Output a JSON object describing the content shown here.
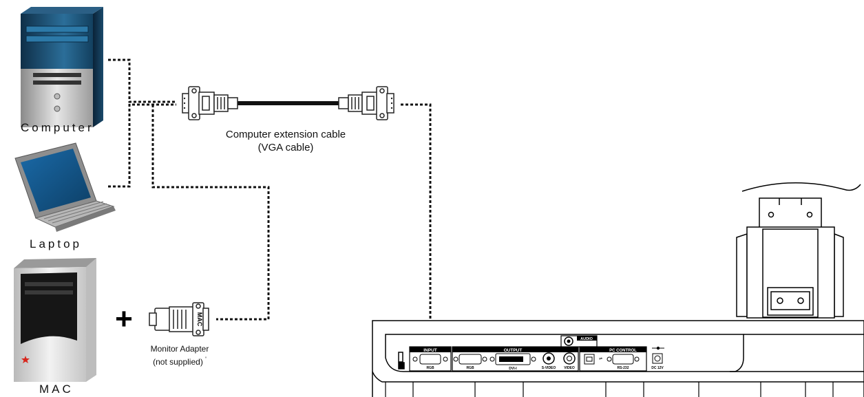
{
  "devices": {
    "computer_label": "Computer",
    "laptop_label": "Laptop",
    "mac_label": "MAC"
  },
  "cable": {
    "label_line1": "Computer extension cable",
    "label_line2": "(VGA cable)"
  },
  "adapter": {
    "label_line1": "Monitor Adapter",
    "label_line2": "(not supplied)",
    "marker": "'",
    "plug_text": "MAC"
  },
  "plus_symbol": "+",
  "rear_panel": {
    "input_label": "INPUT",
    "input_port": "RGB",
    "output_label": "OUTPUT",
    "output_ports": [
      "RGB",
      "DVI-I",
      "S-VIDEO",
      "VIDEO"
    ],
    "audio_label": "AUDIO",
    "pc_control_label": "PC CONTROL",
    "pc_control_port": "RS-232",
    "power_label": "DC 12V"
  },
  "colors": {
    "tower_blue": "#1d4f73",
    "panel_black": "#000000",
    "mac_star": "#d8261c",
    "cable": "#111111"
  }
}
